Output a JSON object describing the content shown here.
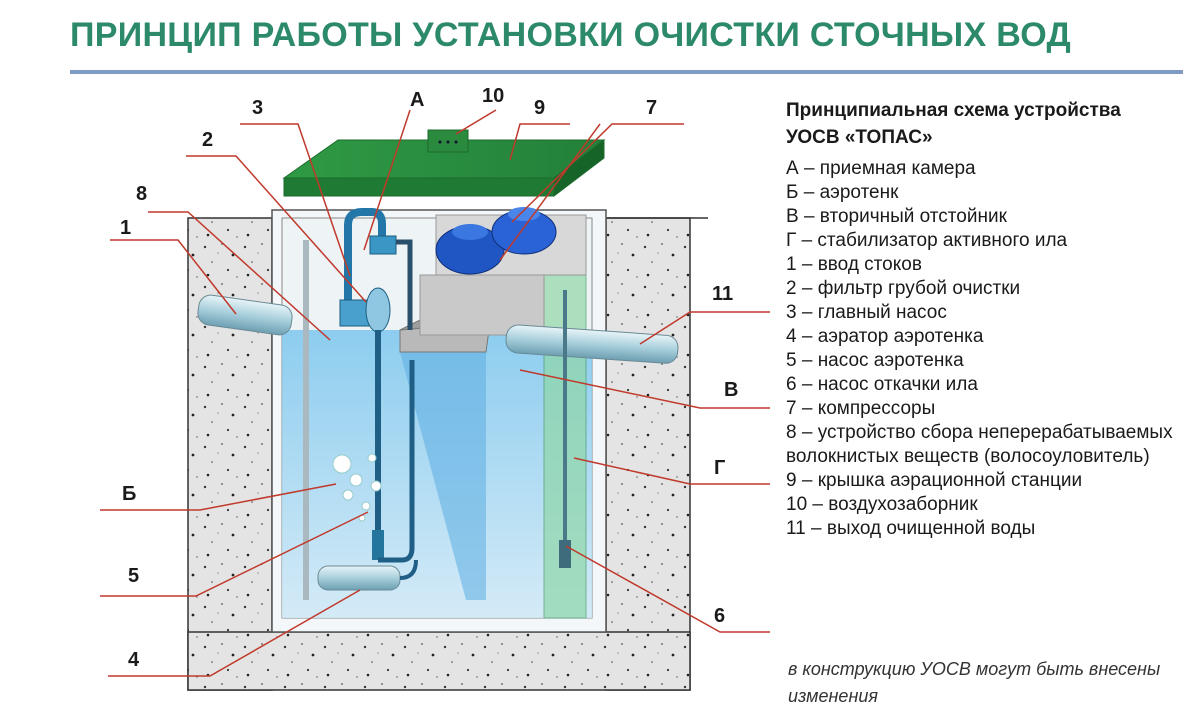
{
  "title": "ПРИНЦИП РАБОТЫ УСТАНОВКИ ОЧИСТКИ СТОЧНЫХ ВОД",
  "legend": {
    "heading_line1": "Принципиальная схема устройства",
    "heading_line2": "УОСВ «ТОПАС»",
    "items": [
      "А – приемная камера",
      "Б – аэротенк",
      "В – вторичный отстойник",
      "Г – стабилизатор активного ила",
      "1 – ввод стоков",
      "2 – фильтр грубой очистки",
      "3 – главный насос",
      "4 – аэратор аэротенка",
      "5 – насос аэротенка",
      "6 – насос откачки ила",
      "7 – компрессоры",
      "8 – устройство сбора неперерабатываемых волокнистых веществ (волосоуловитель)",
      "9 – крышка аэрационной станции",
      "10 – воздухозаборник",
      "11 – выход очищенной воды"
    ]
  },
  "note": "в конструкцию УОСВ могут быть внесены изменения",
  "callouts": {
    "c3": "3",
    "cA": "А",
    "c10": "10",
    "c9": "9",
    "c7": "7",
    "c2": "2",
    "c8": "8",
    "c1": "1",
    "c11": "11",
    "cV": "В",
    "cG": "Г",
    "cB": "Б",
    "c5": "5",
    "c6": "6",
    "c4": "4"
  },
  "colors": {
    "title": "#2c8a6a",
    "rule": "#7f9bc4",
    "lid": "#2e8b3e",
    "water": "#9fd3ee",
    "leader": "#c0392b",
    "compressor": "#1f56c4"
  }
}
